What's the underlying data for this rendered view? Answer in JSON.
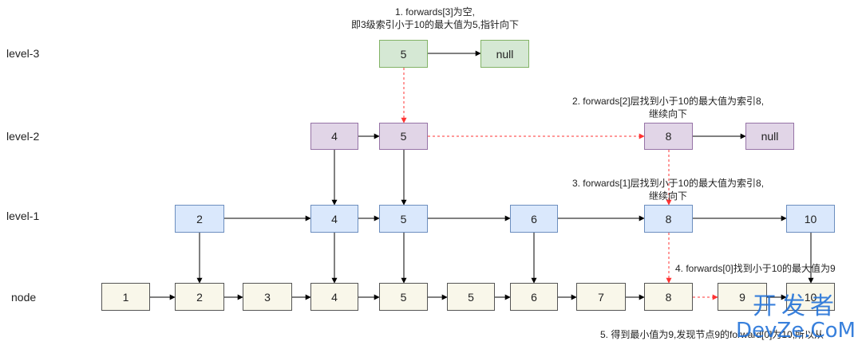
{
  "levels": {
    "level3": "level-3",
    "level2": "level-2",
    "level1": "level-1",
    "level0": "node"
  },
  "nodes": {
    "l3_5": "5",
    "l3_null": "null",
    "l2_4": "4",
    "l2_5": "5",
    "l2_8": "8",
    "l2_null": "null",
    "l1_2": "2",
    "l1_4": "4",
    "l1_5": "5",
    "l1_6": "6",
    "l1_8": "8",
    "l1_10": "10",
    "n0_1": "1",
    "n0_2": "2",
    "n0_3": "3",
    "n0_4": "4",
    "n0_5a": "5",
    "n0_5b": "5",
    "n0_6": "6",
    "n0_7": "7",
    "n0_8": "8",
    "n0_9": "9",
    "n0_10": "10"
  },
  "notes": {
    "step1_line1": "1. forwards[3]为空,",
    "step1_line2": "即3级索引小于10的最大值为5,指针向下",
    "step2_line1": "2. forwards[2]层找到小于10的最大值为索引8,",
    "step2_line2": "继续向下",
    "step3_line1": "3. forwards[1]层找到小于10的最大值为索引8,",
    "step3_line2": "继续向下",
    "step4": "4. forwards[0]找到小于10的最大值为9",
    "step5": "5. 得到最小值为9,发现节点9的forward[0]为10,所以从"
  },
  "watermark": {
    "cn": "开发者",
    "en": "DevZe.CoM"
  },
  "colors": {
    "solid_arrow": "#000000",
    "dashed_arrow": "#ff3333",
    "watermark": "#1d6fd8"
  }
}
